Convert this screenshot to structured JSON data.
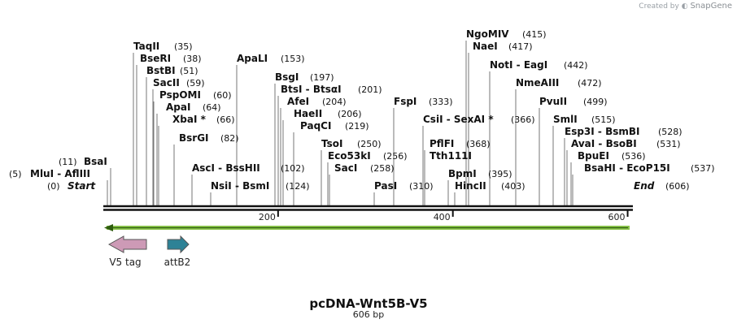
{
  "credit": {
    "prefix": "Created by",
    "brand": "SnapGene"
  },
  "plasmid": {
    "name": "pcDNA-Wnt5B-V5",
    "length_label": "606 bp"
  },
  "colors": {
    "v5_tag": "#cd9ab6",
    "attB2": "#2e8296",
    "orf_arrow": "#8ac44a"
  },
  "scale": {
    "ticks": [
      {
        "label": "200",
        "bp": 200
      },
      {
        "label": "400",
        "bp": 400
      },
      {
        "label": "600",
        "bp": 600
      }
    ]
  },
  "sites": [
    {
      "name": "Start",
      "pos": "(0)",
      "bp": 0,
      "italic": true
    },
    {
      "name": "MluI  -  AflIII",
      "pos": "(5)",
      "bp": 5
    },
    {
      "name": "BsaI",
      "pos": "(11)",
      "bp": 11
    },
    {
      "name": "TaqII",
      "pos": "(35)",
      "bp": 35
    },
    {
      "name": "BseRI",
      "pos": "(38)",
      "bp": 38
    },
    {
      "name": "BstBI",
      "pos": "(51)",
      "bp": 51
    },
    {
      "name": "SacII",
      "pos": "(59)",
      "bp": 59
    },
    {
      "name": "PspOMI",
      "pos": "(60)",
      "bp": 60
    },
    {
      "name": "ApaI",
      "pos": "(64)",
      "bp": 64
    },
    {
      "name": "XbaI *",
      "pos": "(66)",
      "bp": 66
    },
    {
      "name": "BsrGI",
      "pos": "(82)",
      "bp": 82
    },
    {
      "name": "AscI  -  BssHII",
      "pos": "(102)",
      "bp": 102
    },
    {
      "name": "NsiI  -  BsmI",
      "pos": "(124)",
      "bp": 124
    },
    {
      "name": "ApaLI",
      "pos": "(153)",
      "bp": 153
    },
    {
      "name": "BsgI",
      "pos": "(197)",
      "bp": 197
    },
    {
      "name": "BtsI  -  BtsαI",
      "pos": "(201)",
      "bp": 201
    },
    {
      "name": "AfeI",
      "pos": "(204)",
      "bp": 204
    },
    {
      "name": "HaeII",
      "pos": "(206)",
      "bp": 206
    },
    {
      "name": "PaqCI",
      "pos": "(219)",
      "bp": 219
    },
    {
      "name": "TsoI",
      "pos": "(250)",
      "bp": 250
    },
    {
      "name": "Eco53kI",
      "pos": "(256)",
      "bp": 256
    },
    {
      "name": "SacI",
      "pos": "(258)",
      "bp": 258
    },
    {
      "name": "PasI",
      "pos": "(310)",
      "bp": 310
    },
    {
      "name": "FspI",
      "pos": "(333)",
      "bp": 333
    },
    {
      "name": "CsiI  -  SexAI *",
      "pos": "(366)",
      "bp": 366
    },
    {
      "name": "PflFI",
      "pos": "(368)",
      "bp": 368
    },
    {
      "name": "Tth111I",
      "pos": "",
      "bp": 368
    },
    {
      "name": "BpmI",
      "pos": "(395)",
      "bp": 395
    },
    {
      "name": "HincII",
      "pos": "(403)",
      "bp": 403
    },
    {
      "name": "NgoMIV",
      "pos": "(415)",
      "bp": 415
    },
    {
      "name": "NaeI",
      "pos": "(417)",
      "bp": 417
    },
    {
      "name": "NotI  -  EagI",
      "pos": "(442)",
      "bp": 442
    },
    {
      "name": "NmeAIII",
      "pos": "(472)",
      "bp": 472
    },
    {
      "name": "PvuII",
      "pos": "(499)",
      "bp": 499
    },
    {
      "name": "SmlI",
      "pos": "(515)",
      "bp": 515
    },
    {
      "name": "Esp3I  -  BsmBI",
      "pos": "(528)",
      "bp": 528
    },
    {
      "name": "AvaI  -  BsoBI",
      "pos": "(531)",
      "bp": 531
    },
    {
      "name": "BpuEI",
      "pos": "(536)",
      "bp": 536
    },
    {
      "name": "BsaHI  -  EcoP15I",
      "pos": "(537)",
      "bp": 537
    },
    {
      "name": "End",
      "pos": "(606)",
      "bp": 606,
      "italic": true
    }
  ],
  "features": [
    {
      "name": "V5 tag",
      "direction": "reverse",
      "color": "#cd9ab6"
    },
    {
      "name": "attB2",
      "direction": "forward",
      "color": "#2e8296"
    }
  ]
}
